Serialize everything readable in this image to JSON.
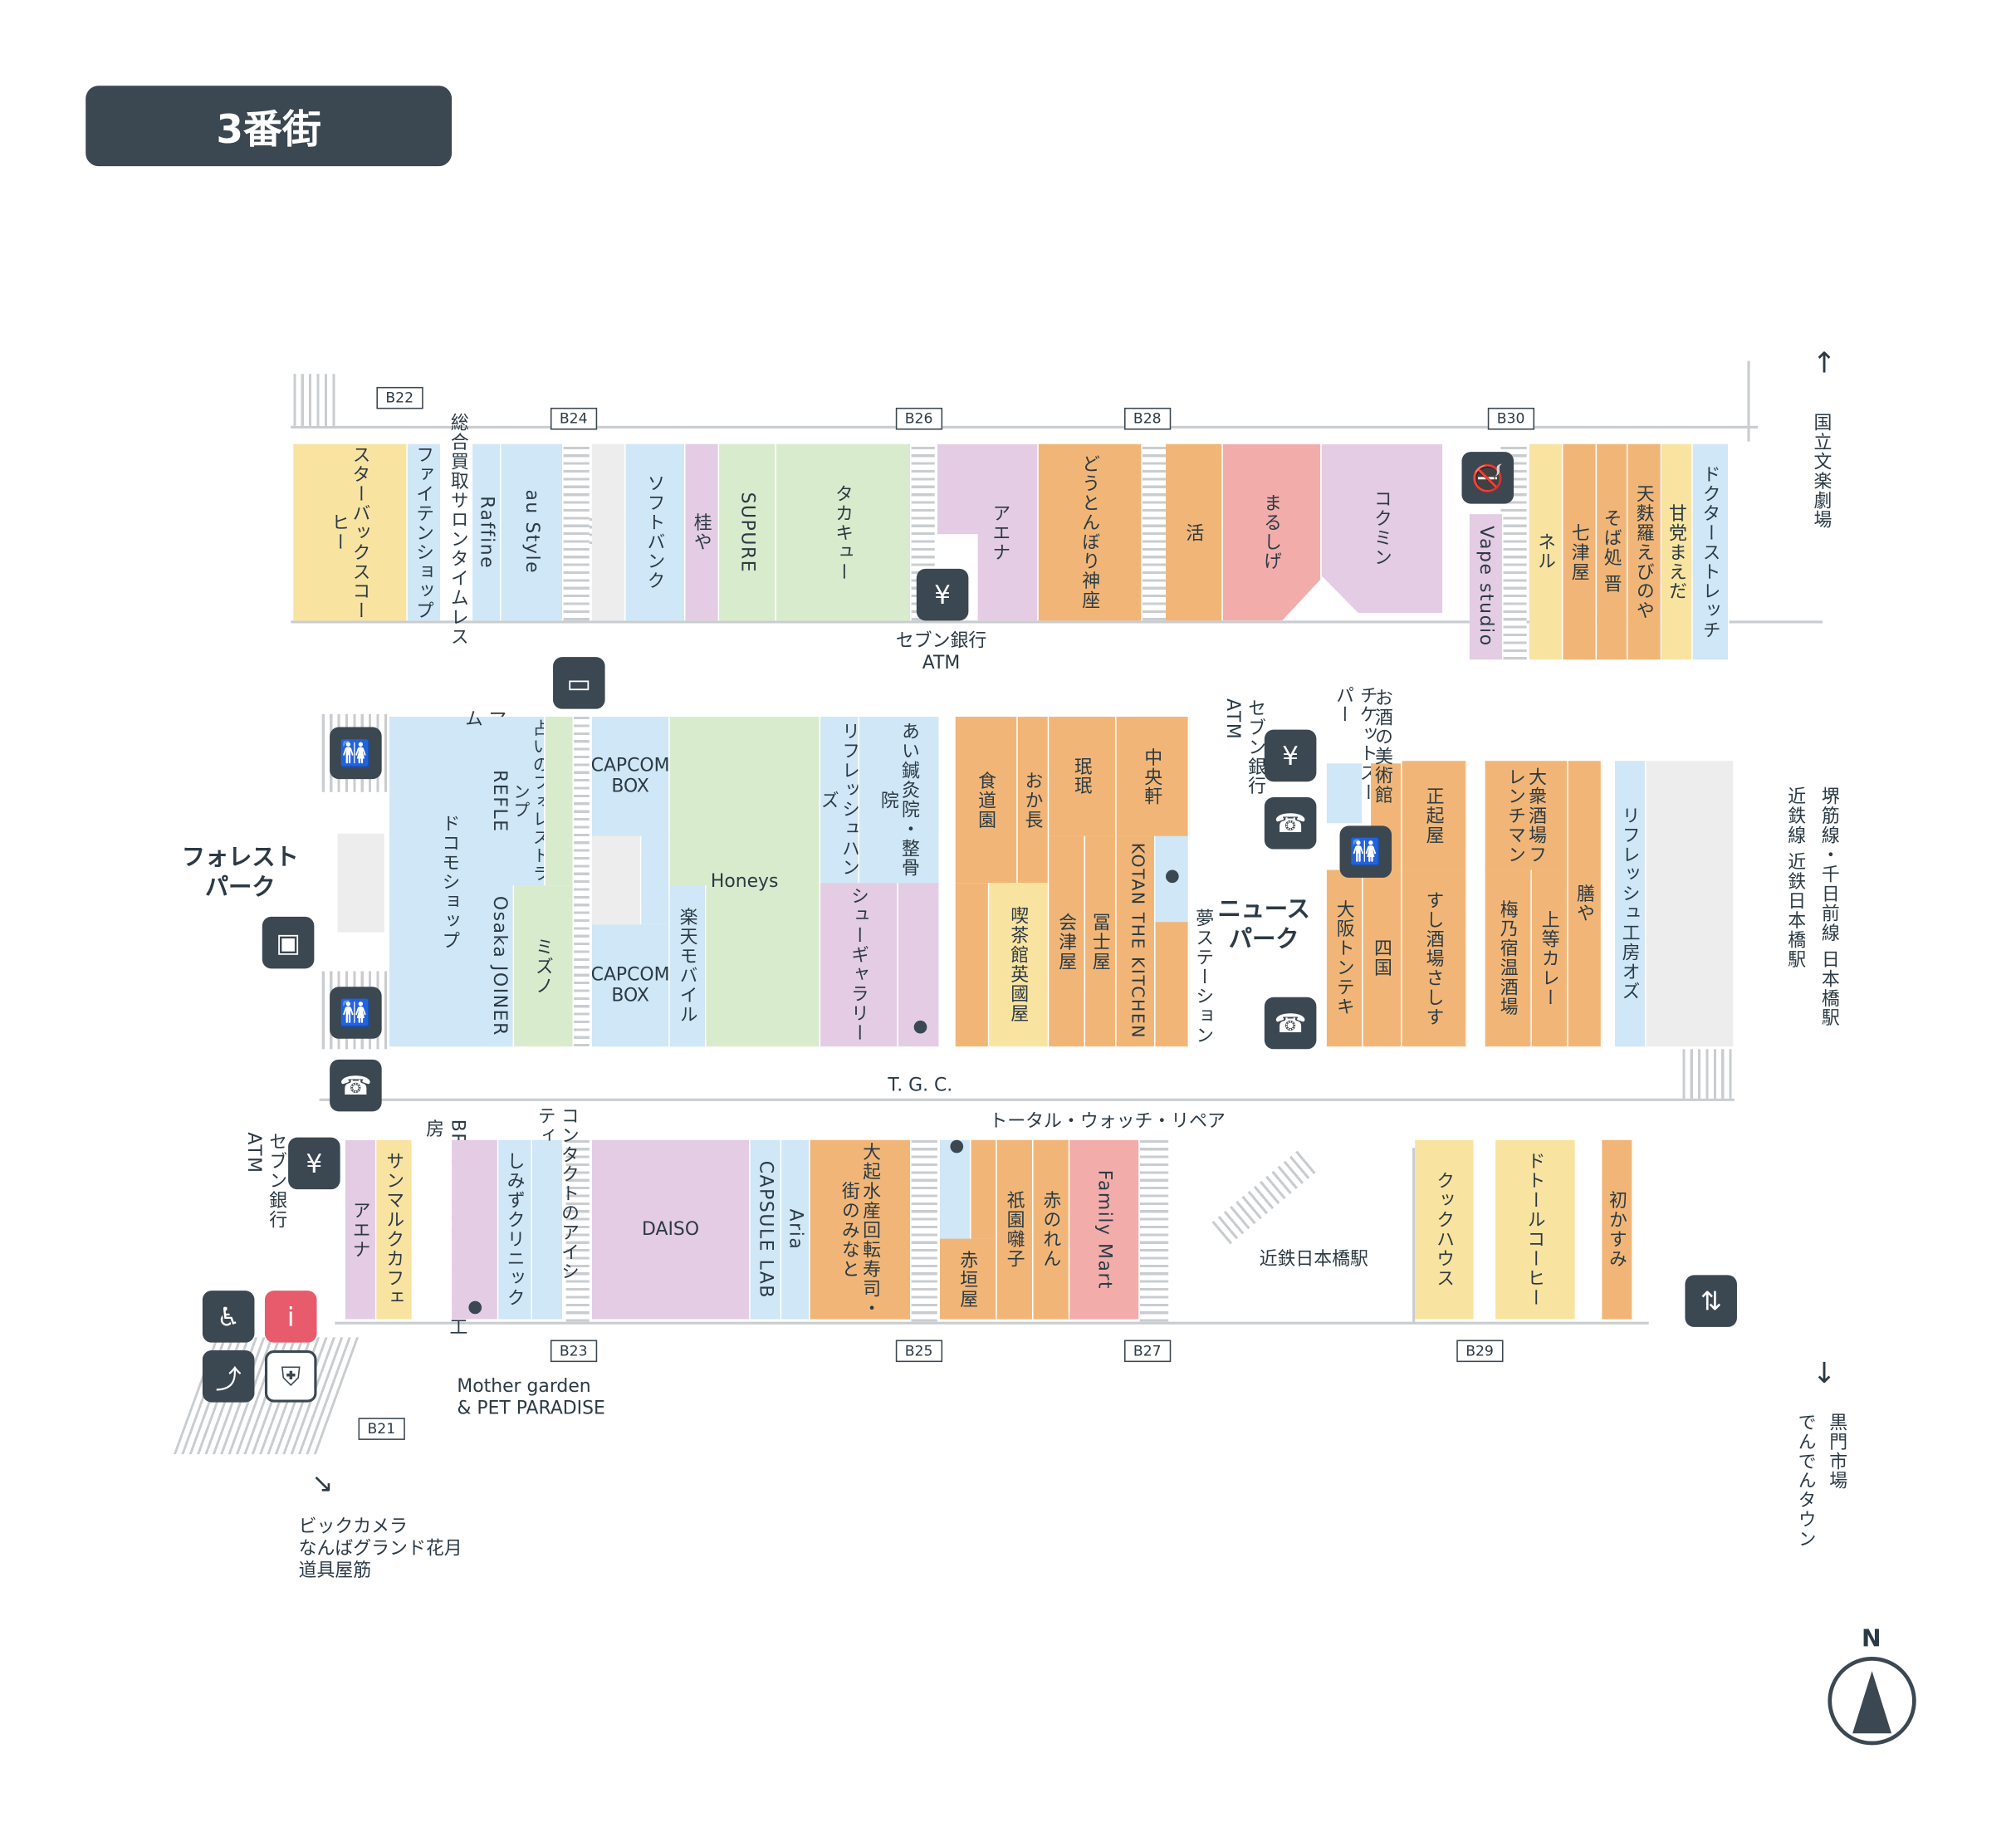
{
  "title": "3番街",
  "blocks": {
    "B21": "B21",
    "B22": "B22",
    "B23": "B23",
    "B24": "B24",
    "B25": "B25",
    "B26": "B26",
    "B27": "B27",
    "B28": "B28",
    "B29": "B29",
    "B30": "B30"
  },
  "shops": {
    "starbucks": "スターバックスコーヒー",
    "phiten": "ファイテンショップ",
    "timeless": "総合買取サロンタイムレス",
    "raffine": "Raffine",
    "austyle": "au Style",
    "softbank": "ソフトバンク",
    "katsuraya": "桂や",
    "supure": "SUPURE",
    "takakyu": "タカキュー",
    "aena_top": "アエナ",
    "dotonbori": "どうとんぼり神座",
    "katsu": "活",
    "marushige": "まるしげ",
    "kokumin": "コクミン",
    "vape": "Vape studio",
    "neru": "ネル",
    "shichitsuya": "七津屋",
    "sobadokoro": "そば処 晋",
    "tenpura": "天麩羅えびのや",
    "amato": "甘党まえだ",
    "doctor": "ドクターストレッチ",
    "docomo": "ドコモショップ",
    "mamanoreform": "ママのリフォーム",
    "forest": "占いのフォレストランプ",
    "refle": "REFLE",
    "osakajoiner": "Osaka JOINER",
    "mizuno": "ミズノ",
    "capcom1": "CAPCOM BOX",
    "capcom2": "CAPCOM BOX",
    "honeys": "Honeys",
    "rakuten": "楽天モバイル",
    "refresh_hands": "リフレッシュハンズ",
    "ai": "あい鍼灸院・整骨院",
    "shoe": "シューギャラリー",
    "shokudoen": "食道園",
    "okacho": "おか長",
    "ryokan": "珉珉",
    "chuoken": "中央軒",
    "kissa": "喫茶館英國屋",
    "aizuya": "会津屋",
    "fujiya": "冨士屋",
    "kotan": "KOTAN THE KITCHEN",
    "ticket": "チケットスーパー",
    "osake": "お酒の美術館",
    "shokiya": "正起屋",
    "tonteki": "大阪トンテキ",
    "shikoku": "四国",
    "sushi": "すし酒場さしす",
    "taishu": "大衆酒場フレンチマン",
    "umenoyado": "梅乃宿温酒場",
    "joto": "上等カレー",
    "zenya": "膳や",
    "ozu": "リフレッシュ工房オズ",
    "aena_bottom": "アエナ",
    "sanmaruku": "サンマルクカフェ",
    "brickhouse": "BRICKHOUSE シャツ工房",
    "shimizu": "しみずクリニック",
    "eyecity": "コンタクトのアイシティ",
    "daiso": "DAISO",
    "capsule": "CAPSULE LAB",
    "aria": "Aria",
    "daiki": "大起水産回転寿司・街のみなと",
    "akagaki": "赤垣屋",
    "gion": "祇園囃子",
    "akanoren": "赤のれん",
    "familymart": "Family Mart",
    "kintetsu_station": "近鉄日本橋駅",
    "cookhouse": "クックハウス",
    "doutor": "ドトールコーヒー",
    "hatsukasumi": "初かすみ"
  },
  "labels": {
    "seven_atm_top": "セブン銀行\nATM",
    "seven_atm_mid": "セブン銀行ATM",
    "seven_atm_left": "セブン銀行ATM",
    "tgc": "T. G. C.",
    "watch": "トータル・ウォッチ・リペア",
    "mother": "Mother garden\n& PET PARADISE",
    "yume": "夢ステーション",
    "bic": "ビックカメラ\nなんばグランド花月\n道具屋筋",
    "forest_park": "フォレスト\nパーク",
    "news_park": "ニュース\nパーク",
    "dir_north": "国立文楽劇場",
    "dir_east1": "堺筋線・千日前線 日本橋駅",
    "dir_east2": "近鉄線 近鉄日本橋駅",
    "dir_south1": "黒門市場",
    "dir_south2": "でんでんタウン",
    "compass": "N"
  },
  "colors": {
    "dark": "#3b4751",
    "yellow": "#f9e3a1",
    "blue": "#cfe7f6",
    "purple": "#e3cce4",
    "green": "#d9ebcd",
    "orange": "#f1b677",
    "pink": "#f2adab",
    "accent_red": "#e75b6d"
  },
  "icons": [
    "toilet-icon",
    "telephone-icon",
    "atm-icon",
    "smoking-area-icon",
    "coin-locker-icon",
    "information-icon",
    "wheelchair-icon",
    "escalator-icon",
    "security-icon",
    "elevator-icon",
    "compass-icon",
    "rest-area-icon"
  ]
}
